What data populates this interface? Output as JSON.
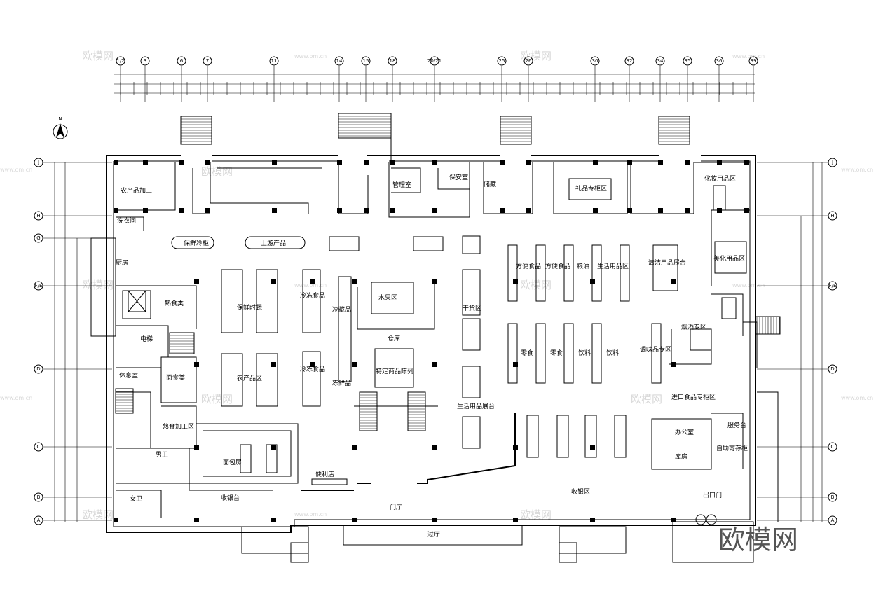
{
  "axes": {
    "top": [
      "1/2",
      "3",
      "6",
      "7",
      "11",
      "14",
      "15",
      "18",
      "20/21",
      "25",
      "26",
      "30",
      "32",
      "34",
      "35",
      "36",
      "39"
    ],
    "left": [
      "J",
      "H",
      "G",
      "F/E",
      "D",
      "C",
      "B",
      "A"
    ],
    "right": [
      "J",
      "H",
      "F/E",
      "D",
      "C",
      "B",
      "A"
    ]
  },
  "watermark": {
    "text": "欧模网",
    "url": "www.om.cn"
  },
  "brand": "欧模网",
  "rooms": {
    "r1": "农产品加工",
    "r2": "洗衣间",
    "r3": "厨房",
    "r4": "熟食类",
    "r5": "面食类",
    "r6": "熟食加工区",
    "r7": "面包房",
    "r8": "男卫",
    "r9": "女卫",
    "r10": "收银台",
    "r11": "便利店",
    "r12": "保鲜冷柜",
    "r13": "上游产品",
    "r14": "保鲜时蔬",
    "r15": "农产品区",
    "r16": "冷冻食品",
    "r17": "冷冻食品",
    "r18": "冷藏品",
    "r19": "冻鲜品",
    "r20": "水果区",
    "r21": "仓库",
    "r22": "特定商品陈列",
    "r23": "干货区",
    "r24": "生活用品展台",
    "r25": "方便食品",
    "r26": "方便食品",
    "r27": "粮油",
    "r28": "生活用品区",
    "r29": "清洁用品展台",
    "r30": "零食",
    "r31": "零食",
    "r32": "饮料",
    "r33": "饮料",
    "r34": "调味品专区",
    "r35": "礼品专柜区",
    "r36": "化妆用品区",
    "r37": "美化用品区",
    "r38": "烟酒专区",
    "r39": "进口食品专柜区",
    "r40": "办公室",
    "r41": "服务台",
    "r42": "自助寄存柜",
    "r43": "收银区",
    "r44": "出口门",
    "r45": "门厅",
    "r46": "过厅",
    "r47": "管理室",
    "r48": "保安室",
    "r49": "储藏",
    "r50": "库房",
    "r51": "电梯",
    "r52": "休息室"
  },
  "north": "N"
}
